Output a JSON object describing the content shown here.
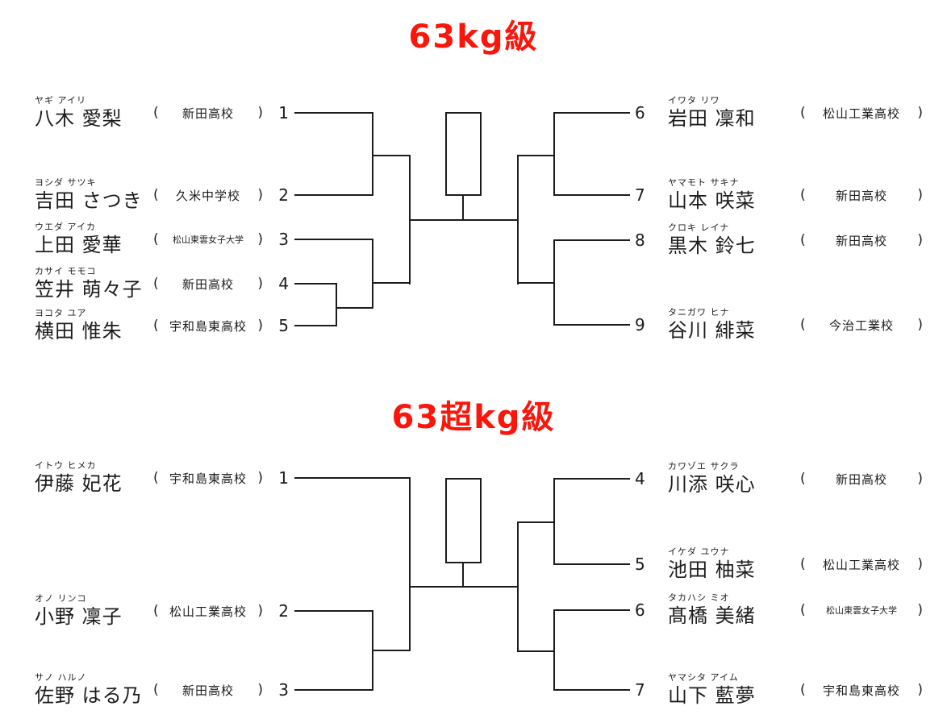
{
  "ui": {
    "paren_open": "(",
    "paren_close": ")"
  },
  "colors": {
    "title_red": "#fb150a",
    "line_black": "#1c1c1c",
    "background": "#ffffff"
  },
  "brackets": [
    {
      "title": "63kg級",
      "left": [
        {
          "seed": "1",
          "kana": "ヤギ アイリ",
          "name": "八木 愛梨",
          "school": "新田高校"
        },
        {
          "seed": "2",
          "kana": "ヨシダ サツキ",
          "name": "吉田 さつき",
          "school": "久米中学校"
        },
        {
          "seed": "3",
          "kana": "ウエダ アイカ",
          "name": "上田 愛華",
          "school": "松山東雲女子大学"
        },
        {
          "seed": "4",
          "kana": "カサイ モモコ",
          "name": "笠井 萌々子",
          "school": "新田高校"
        },
        {
          "seed": "5",
          "kana": "ヨコタ ユア",
          "name": "横田 惟朱",
          "school": "宇和島東高校"
        }
      ],
      "right": [
        {
          "seed": "6",
          "kana": "イワタ リワ",
          "name": "岩田 凜和",
          "school": "松山工業高校"
        },
        {
          "seed": "7",
          "kana": "ヤマモト サキナ",
          "name": "山本 咲菜",
          "school": "新田高校"
        },
        {
          "seed": "8",
          "kana": "クロキ レイナ",
          "name": "黒木 鈴七",
          "school": "新田高校"
        },
        {
          "seed": "9",
          "kana": "タニガワ ヒナ",
          "name": "谷川 緋菜",
          "school": "今治工業校"
        }
      ]
    },
    {
      "title": "63超kg級",
      "left": [
        {
          "seed": "1",
          "kana": "イトウ ヒメカ",
          "name": "伊藤 妃花",
          "school": "宇和島東高校"
        },
        {
          "seed": "2",
          "kana": "オノ リンコ",
          "name": "小野 凜子",
          "school": "松山工業高校"
        },
        {
          "seed": "3",
          "kana": "サノ ハルノ",
          "name": "佐野 はる乃",
          "school": "新田高校"
        }
      ],
      "right": [
        {
          "seed": "4",
          "kana": "カワゾエ サクラ",
          "name": "川添 咲心",
          "school": "新田高校"
        },
        {
          "seed": "5",
          "kana": "イケダ ユウナ",
          "name": "池田 柚菜",
          "school": "松山工業高校"
        },
        {
          "seed": "6",
          "kana": "タカハシ ミオ",
          "name": "髙橋 美緒",
          "school": "松山東雲女子大学"
        },
        {
          "seed": "7",
          "kana": "ヤマシタ アイム",
          "name": "山下 藍夢",
          "school": "宇和島東高校"
        }
      ]
    }
  ]
}
